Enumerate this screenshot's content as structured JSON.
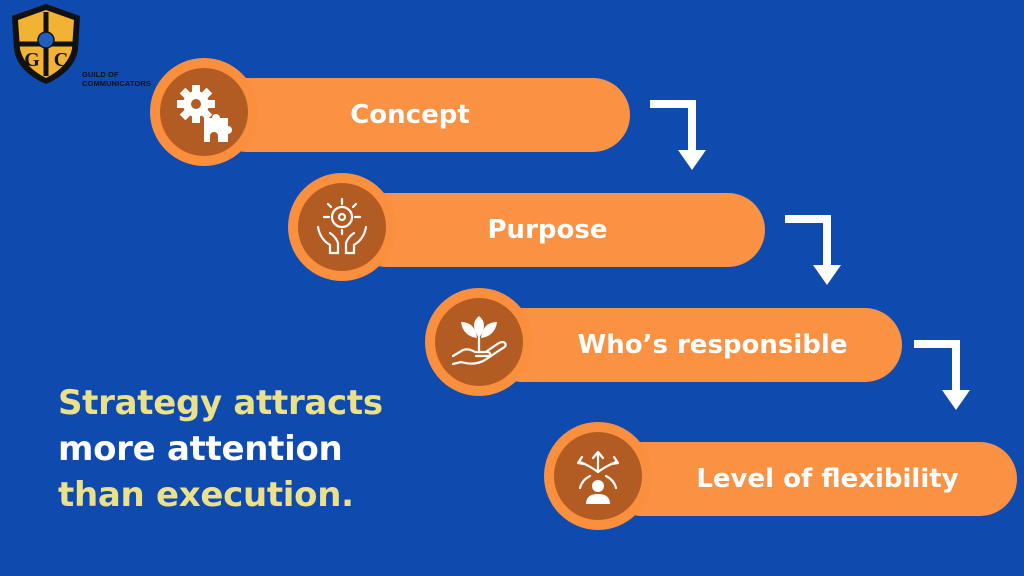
{
  "logo": {
    "letters": [
      "G",
      "C"
    ],
    "org_name_line1": "GUILD OF",
    "org_name_line2": "COMMUNICATORS"
  },
  "steps": [
    {
      "label": "Concept",
      "icon": "gear-puzzle-icon"
    },
    {
      "label": "Purpose",
      "icon": "target-hands-icon"
    },
    {
      "label": "Who’s responsible",
      "icon": "plant-hand-icon"
    },
    {
      "label": "Level of flexibility",
      "icon": "person-directions-icon"
    }
  ],
  "tagline": {
    "line1": "Strategy attracts",
    "line2": "more attention",
    "line3": "than execution."
  },
  "colors": {
    "background": "#0f4aaf",
    "pill": "#fb9143",
    "circle_inner": "#b25b23",
    "highlight_text": "#ebe18a"
  }
}
